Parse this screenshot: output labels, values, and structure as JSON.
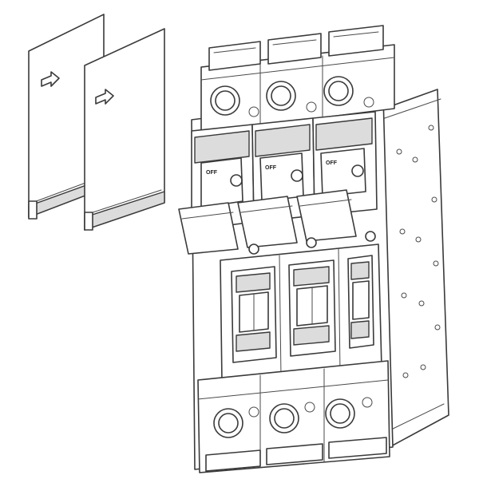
{
  "figure": {
    "background_color": "#ffffff",
    "line_color": "#3a3a3a",
    "shade_color": "#dcdcdc",
    "poles": [
      {
        "handle_label": "OFF"
      },
      {
        "handle_label": "OFF"
      },
      {
        "handle_label": "OFF"
      }
    ],
    "barriers": [
      {
        "icon": "arrow-right-icon"
      },
      {
        "icon": "arrow-right-icon"
      }
    ]
  }
}
